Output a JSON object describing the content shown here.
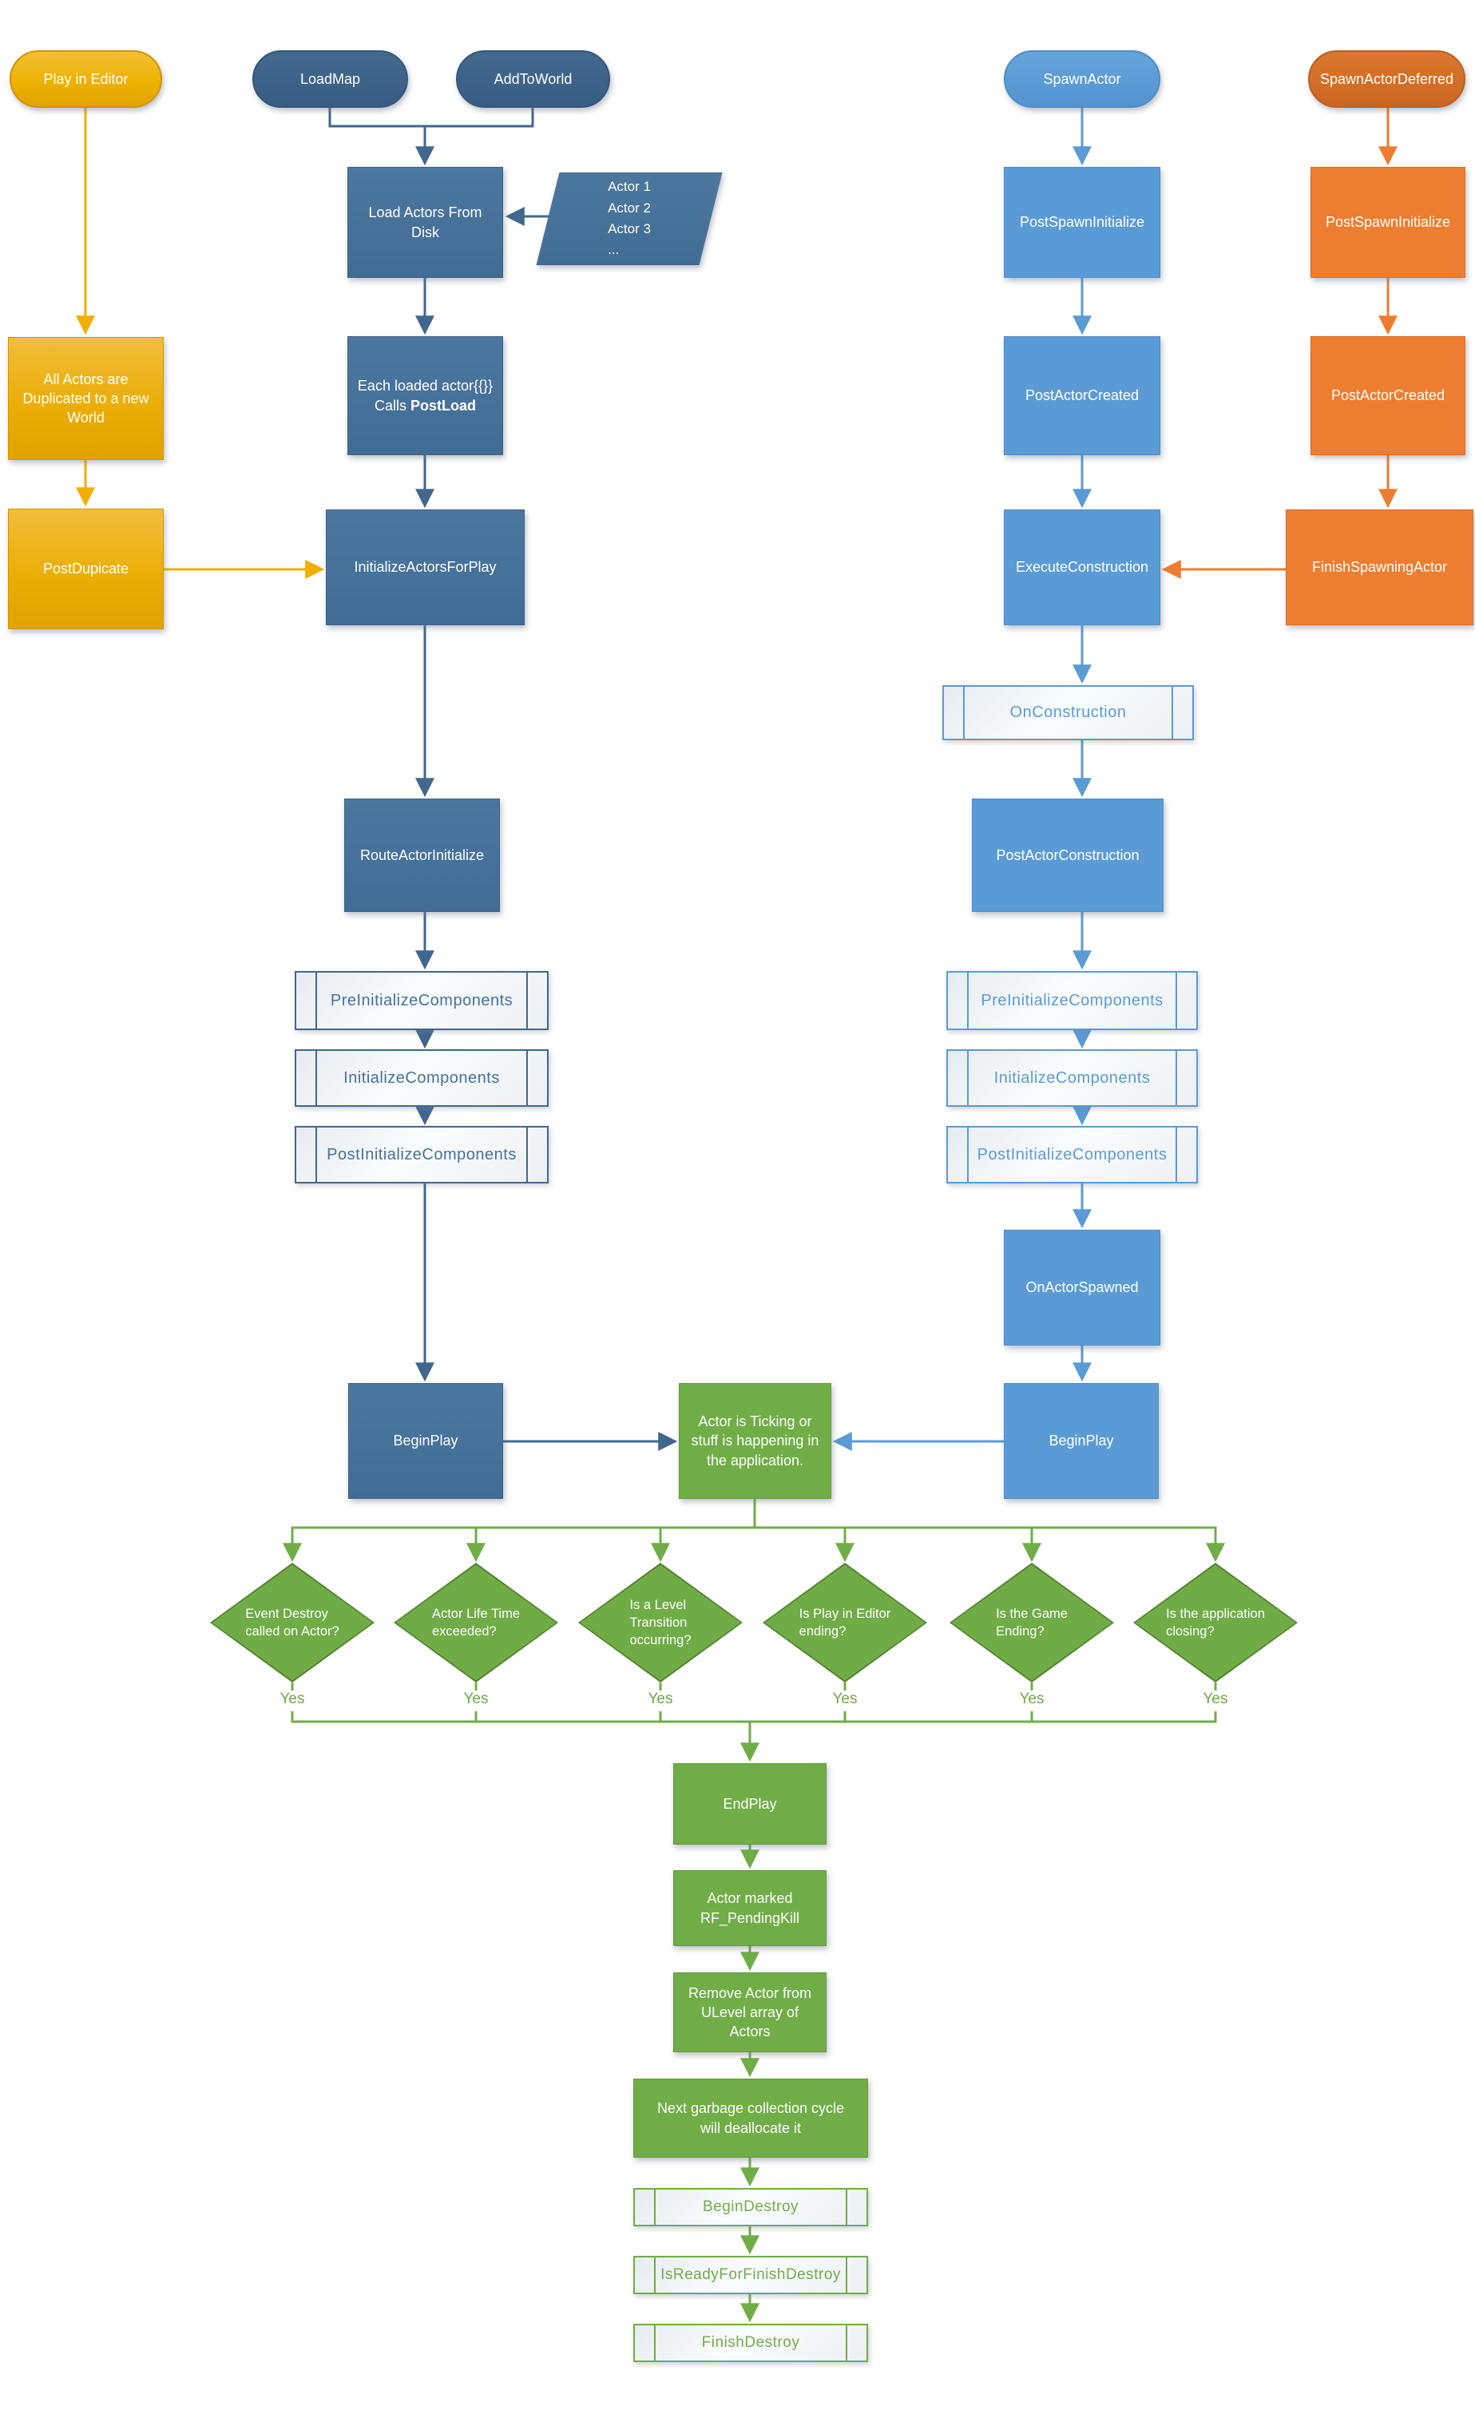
{
  "palette": {
    "yellow": "#EDB100",
    "dark_blue": "#44698F",
    "light_blue": "#5B9BD5",
    "orange": "#ED7D31",
    "green": "#70AD47",
    "subprocess_fill": "#F4F6F9"
  },
  "nodes": {
    "play_in_editor": {
      "label": "Play in Editor"
    },
    "load_map": {
      "label": "LoadMap"
    },
    "add_to_world": {
      "label": "AddToWorld"
    },
    "spawn_actor": {
      "label": "SpawnActor"
    },
    "spawn_actor_deferred": {
      "label": "SpawnActorDeferred"
    },
    "load_actors_from_disk": {
      "label": "Load Actors From\nDisk"
    },
    "actor_list": {
      "label": "Actor 1\nActor 2\nActor 3\n..."
    },
    "post_spawn_initialize_left": {
      "label": "PostSpawnInitialize"
    },
    "post_spawn_initialize_right": {
      "label": "PostSpawnInitialize"
    },
    "all_actors_duplicated": {
      "label": "All Actors are\nDuplicated to a new\nWorld"
    },
    "each_loaded_actor": {
      "line1": "Each loaded actor",
      "calls": "Calls ",
      "postload": "PostLoad"
    },
    "post_actor_created_left": {
      "label": "PostActorCreated"
    },
    "post_actor_created_right": {
      "label": "PostActorCreated"
    },
    "post_dupicate": {
      "label": "PostDupicate"
    },
    "initialize_actors_for_play": {
      "label": "InitializeActorsForPlay"
    },
    "execute_construction": {
      "label": "ExecuteConstruction"
    },
    "finish_spawning_actor": {
      "label": "FinishSpawningActor"
    },
    "on_construction": {
      "label": "OnConstruction"
    },
    "route_actor_initialize": {
      "label": "RouteActorInitialize"
    },
    "post_actor_construction": {
      "label": "PostActorConstruction"
    },
    "pre_initialize_components_left": {
      "label": "PreInitializeComponents"
    },
    "initialize_components_left": {
      "label": "InitializeComponents"
    },
    "post_initialize_components_left": {
      "label": "PostInitializeComponents"
    },
    "pre_initialize_components_right": {
      "label": "PreInitializeComponents"
    },
    "initialize_components_right": {
      "label": "InitializeComponents"
    },
    "post_initialize_components_right": {
      "label": "PostInitializeComponents"
    },
    "on_actor_spawned": {
      "label": "OnActorSpawned"
    },
    "begin_play_left": {
      "label": "BeginPlay"
    },
    "actor_ticking": {
      "label": "Actor is Ticking or\nstuff is happening in\nthe application."
    },
    "begin_play_right": {
      "label": "BeginPlay"
    },
    "decision_event_destroy": {
      "label": "Event Destroy\ncalled on Actor?"
    },
    "decision_life_time": {
      "label": "Actor Life Time\nexceeded?"
    },
    "decision_level_transition": {
      "label": "Is a Level\nTransition\noccurring?"
    },
    "decision_pie_ending": {
      "label": "Is Play in Editor\nending?"
    },
    "decision_game_ending": {
      "label": "Is the Game\nEnding?"
    },
    "decision_app_closing": {
      "label": "Is the application\nclosing?"
    },
    "end_play": {
      "label": "EndPlay"
    },
    "actor_marked_pending_kill": {
      "label": "Actor marked\nRF_PendingKill"
    },
    "remove_actor_from_ulevel": {
      "label": "Remove Actor from\nULevel array of\nActors"
    },
    "next_garbage_collection": {
      "label": "Next garbage collection cycle\nwill deallocate it"
    },
    "begin_destroy": {
      "label": "BeginDestroy"
    },
    "is_ready_for_finish_destroy": {
      "label": "IsReadyForFinishDestroy"
    },
    "finish_destroy": {
      "label": "FinishDestroy"
    }
  },
  "labels": {
    "yes": "Yes"
  }
}
